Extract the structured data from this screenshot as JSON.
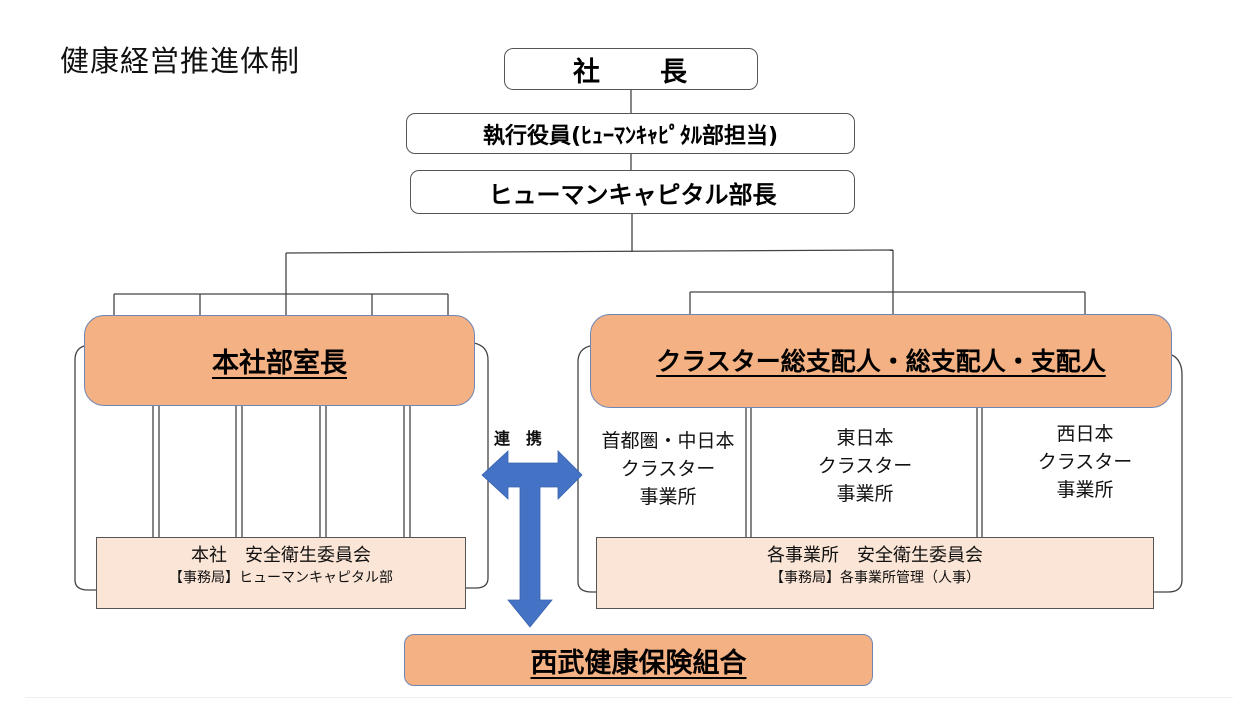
{
  "title": "健康経営推進体制",
  "top_chain": {
    "president": "社　　長",
    "executive_officer": "執行役員(ﾋｭｰﾏﾝｷｬﾋﾟﾀﾙ部担当)",
    "hc_department_head": "ヒューマンキャピタル部長"
  },
  "left_branch": {
    "head": "本社部室長",
    "committee": {
      "name": "本社　安全衛生委員会",
      "secretariat": "【事務局】ヒューマンキャピタル部"
    }
  },
  "right_branch": {
    "head": "クラスター総支配人・総支配人・支配人",
    "regions": [
      {
        "lines": [
          "首都圏・中日本",
          "クラスター",
          "事業所"
        ]
      },
      {
        "lines": [
          "東日本",
          "クラスター",
          "事業所"
        ]
      },
      {
        "lines": [
          "西日本",
          "クラスター",
          "事業所"
        ]
      }
    ],
    "committee": {
      "name": "各事業所　安全衛生委員会",
      "secretariat": "【事務局】各事業所管理（人事）"
    }
  },
  "cooperation_label": "連　携",
  "health_insurance": "西武健康保険組合",
  "colors": {
    "orange_fill": "#f4b183",
    "orange_border": "#6f86b5",
    "peach_fill": "#fbe5d6",
    "arrow_blue": "#4472c4",
    "line": "#444444"
  }
}
